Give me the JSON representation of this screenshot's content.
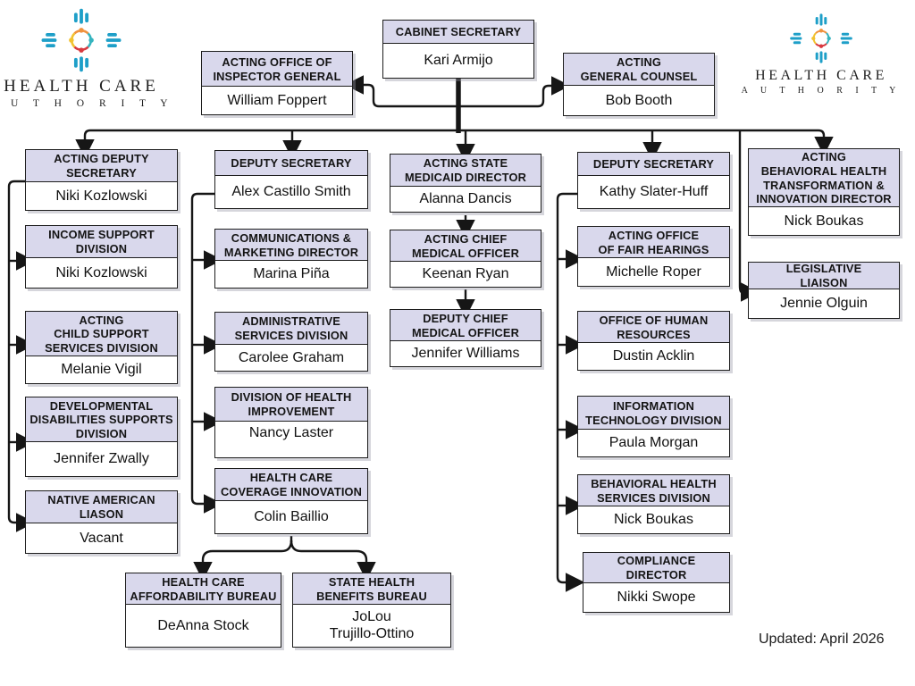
{
  "page": {
    "updated": "Updated: April 2026"
  },
  "logo": {
    "line1": "HEALTH CARE",
    "line2": "A U T H O R I T Y"
  },
  "colors": {
    "header_bg": "#D9D8EC",
    "line": "#161616",
    "logo_teal": "#1E9FC8",
    "logo_orange": "#F0923E",
    "logo_yellow": "#F2C230",
    "logo_red": "#D8393F"
  },
  "boxes": {
    "cabinet": {
      "title": "CABINET SECRETARY",
      "person": "Kari Armijo"
    },
    "inspector": {
      "title": "ACTING OFFICE OF\nINSPECTOR GENERAL",
      "person": "William Foppert"
    },
    "counsel": {
      "title": "ACTING\nGENERAL COUNSEL",
      "person": "Bob Booth"
    },
    "dep1": {
      "title": "ACTING DEPUTY\nSECRETARY",
      "person": "Niki Kozlowski"
    },
    "income": {
      "title": "INCOME SUPPORT\nDIVISION",
      "person": "Niki Kozlowski"
    },
    "childsupport": {
      "title": "ACTING\nCHILD SUPPORT\nSERVICES DIVISION",
      "person": "Melanie Vigil"
    },
    "ddsd": {
      "title": "DEVELOPMENTAL\nDISABILITIES SUPPORTS\nDIVISION",
      "person": "Jennifer Zwally"
    },
    "naliason": {
      "title": "NATIVE AMERICAN\nLIASON",
      "person": "Vacant"
    },
    "dep2": {
      "title": "DEPUTY SECRETARY",
      "person": "Alex Castillo Smith"
    },
    "comms": {
      "title": "COMMUNICATIONS &\nMARKETING DIRECTOR",
      "person": "Marina Piña"
    },
    "admin": {
      "title": "ADMINISTRATIVE\nSERVICES DIVISION",
      "person": "Carolee Graham"
    },
    "dhi": {
      "title": "DIVISION OF HEALTH\nIMPROVEMENT",
      "person": "Nancy Laster"
    },
    "hcci": {
      "title": "HEALTH CARE\nCOVERAGE INNOVATION",
      "person": "Colin Baillio"
    },
    "hcab": {
      "title": "HEALTH CARE\nAFFORDABILITY BUREAU",
      "person": "DeAnna Stock"
    },
    "shbb": {
      "title": "STATE HEALTH\nBENEFITS BUREAU",
      "person": "JoLou\nTrujillo-Ottino"
    },
    "medicaid": {
      "title": "ACTING STATE\nMEDICAID DIRECTOR",
      "person": "Alanna Dancis"
    },
    "cmo": {
      "title": "ACTING CHIEF\nMEDICAL OFFICER",
      "person": "Keenan Ryan"
    },
    "dcmo": {
      "title": "DEPUTY CHIEF\nMEDICAL OFFICER",
      "person": "Jennifer Williams"
    },
    "dep4": {
      "title": "DEPUTY SECRETARY",
      "person": "Kathy Slater-Huff"
    },
    "fairhearings": {
      "title": "ACTING OFFICE\nOF FAIR HEARINGS",
      "person": "Michelle Roper"
    },
    "hr": {
      "title": "OFFICE OF HUMAN\nRESOURCES",
      "person": "Dustin Acklin"
    },
    "itd": {
      "title": "INFORMATION\nTECHNOLOGY DIVISION",
      "person": "Paula Morgan"
    },
    "bhsd": {
      "title": "BEHAVIORAL HEALTH\nSERVICES DIVISION",
      "person": "Nick Boukas"
    },
    "compliance": {
      "title": "COMPLIANCE\nDIRECTOR",
      "person": "Nikki Swope"
    },
    "bhtid": {
      "title": "ACTING\nBEHAVIORAL HEALTH\nTRANSFORMATION &\nINNOVATION DIRECTOR",
      "person": "Nick Boukas"
    },
    "legliaison": {
      "title": "LEGISLATIVE\nLIAISON",
      "person": "Jennie Olguin"
    }
  }
}
